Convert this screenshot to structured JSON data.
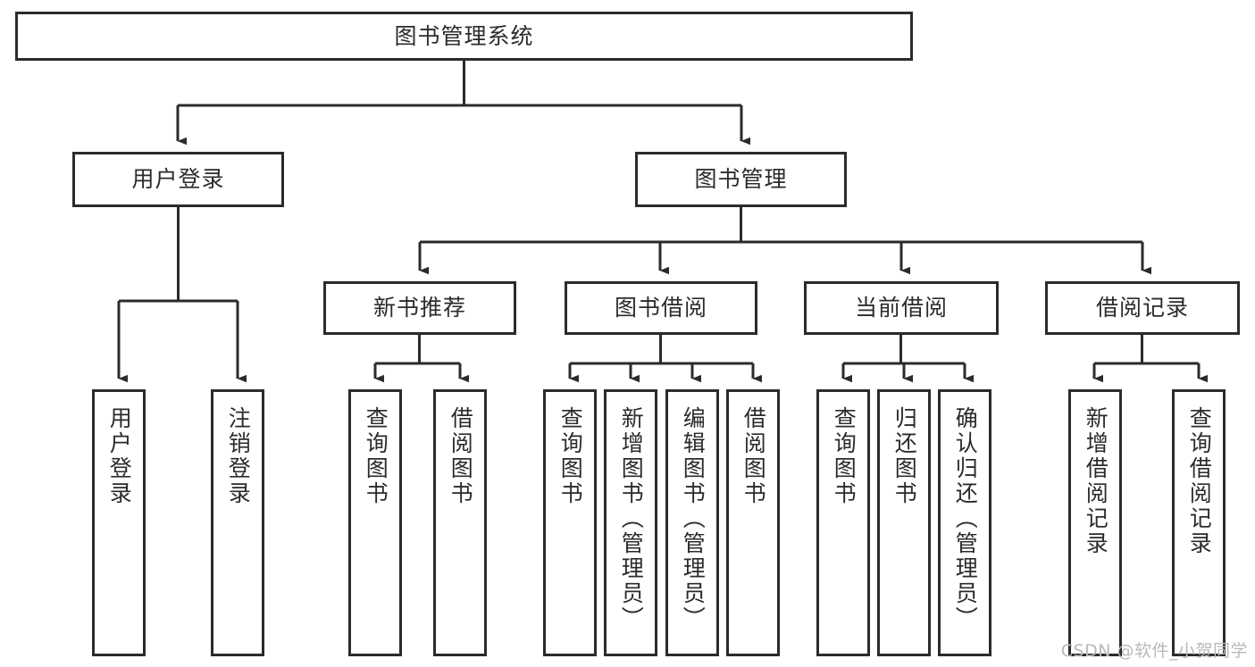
{
  "diagram": {
    "title": "图书管理系统",
    "type": "tree-hierarchy-diagram",
    "watermark": "CSDN @软件_小贺同学",
    "colors": {
      "stroke": "#2b2b2b",
      "fill": "#ffffff",
      "text": "#2b2b2b",
      "watermark": "#b9b9b9"
    },
    "levels": {
      "root": {
        "label": "图书管理系统"
      },
      "level2": [
        {
          "label": "用户登录"
        },
        {
          "label": "图书管理"
        }
      ],
      "level3": [
        {
          "label": "新书推荐"
        },
        {
          "label": "图书借阅"
        },
        {
          "label": "当前借阅"
        },
        {
          "label": "借阅记录"
        }
      ],
      "leaves": {
        "user_login": [
          {
            "label": "用户登录"
          },
          {
            "label": "注销登录"
          }
        ],
        "new_book_recommend": [
          {
            "label": "查询图书"
          },
          {
            "label": "借阅图书"
          }
        ],
        "book_borrow": [
          {
            "label": "查询图书"
          },
          {
            "label": "新增图书（管理员）"
          },
          {
            "label": "编辑图书（管理员）"
          },
          {
            "label": "借阅图书"
          }
        ],
        "current_borrow": [
          {
            "label": "查询图书"
          },
          {
            "label": "归还图书"
          },
          {
            "label": "确认归还（管理员）"
          }
        ],
        "borrow_record": [
          {
            "label": "新增借阅记录"
          },
          {
            "label": "查询借阅记录"
          }
        ]
      }
    }
  }
}
